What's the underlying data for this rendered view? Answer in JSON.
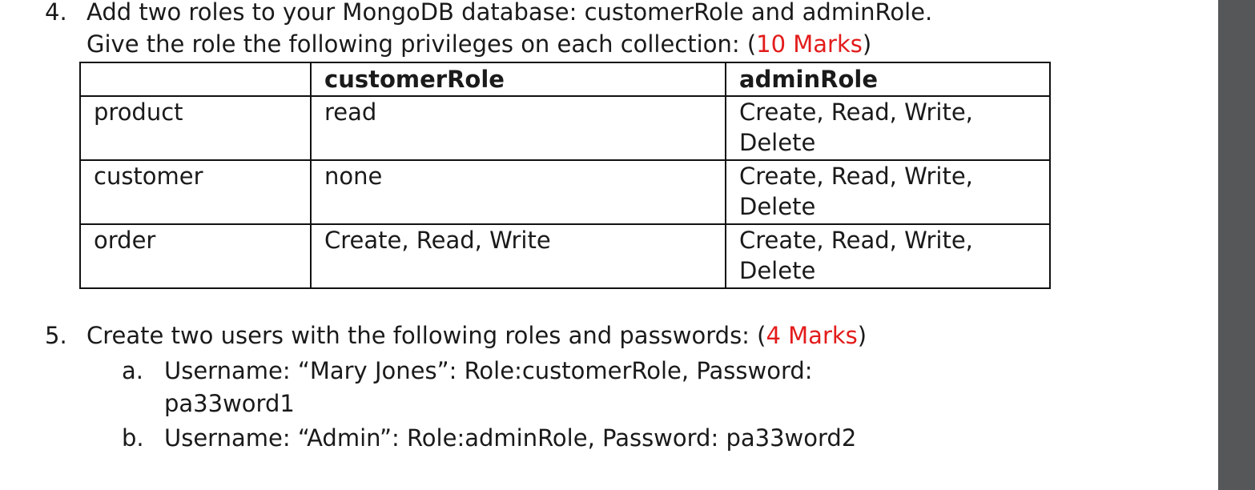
{
  "question4": {
    "number": "4.",
    "line1": "Add two roles to your MongoDB database: customerRole and adminRole.",
    "line2_prefix": "Give the role the following privileges on each collection: (",
    "marks": "10 Marks",
    "line2_suffix": ")"
  },
  "table": {
    "headers": [
      "",
      "customerRole",
      "adminRole"
    ],
    "rows": [
      {
        "collection": "product",
        "customerRole": "read",
        "adminRole_line1": "Create, Read, Write,",
        "adminRole_line2": "Delete"
      },
      {
        "collection": "customer",
        "customerRole": "none",
        "adminRole_line1": "Create, Read, Write,",
        "adminRole_line2": "Delete"
      },
      {
        "collection": "order",
        "customerRole": "Create, Read, Write",
        "adminRole_line1": "Create, Read, Write,",
        "adminRole_line2": "Delete"
      }
    ]
  },
  "question5": {
    "number": "5.",
    "line1_prefix": "Create two users with the following roles and passwords: (",
    "marks": "4 Marks",
    "line1_suffix": ")",
    "items": [
      {
        "letter": "a.",
        "line1": "Username: “Mary Jones”: Role:customerRole, Password:",
        "line2": "pa33word1"
      },
      {
        "letter": "b.",
        "line1": "Username: “Admin”: Role:adminRole, Password: pa33word2"
      }
    ]
  },
  "colors": {
    "marks": "#e31b1b",
    "scrollbar": "#555759",
    "text": "#1a1a1a"
  }
}
